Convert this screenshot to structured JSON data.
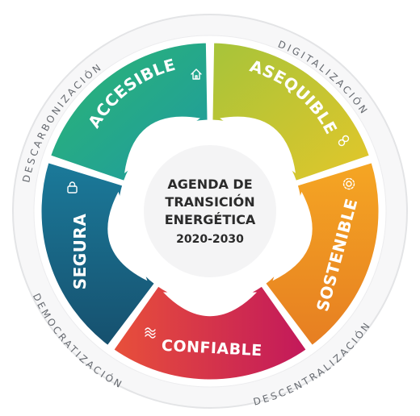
{
  "center": {
    "line1": "AGENDA DE",
    "line2": "TRANSICIÓN",
    "line3": "ENERGÉTICA",
    "line4": "2020-2030"
  },
  "segments": [
    {
      "label": "ACCESIBLE",
      "icon": "home-icon",
      "colors": [
        "#2bb673",
        "#1f9aa0"
      ]
    },
    {
      "label": "ASEQUIBLE",
      "icon": "leaf-icon",
      "colors": [
        "#a6c43a",
        "#e3c62a"
      ]
    },
    {
      "label": "SOSTENIBLE",
      "icon": "gear-icon",
      "colors": [
        "#f5a623",
        "#e67e22"
      ]
    },
    {
      "label": "CONFIABLE",
      "icon": "wave-icon",
      "colors": [
        "#e8503a",
        "#c2185b"
      ]
    },
    {
      "label": "SEGURA",
      "icon": "lock-icon",
      "colors": [
        "#1b7a9a",
        "#16506e"
      ]
    }
  ],
  "ring": {
    "descarbonizacion": "DESCARBONIZACIÓN",
    "digitalizacion": "DIGITALIZACIÓN",
    "descentralizacion": "DESCENTRALIZACIÓN",
    "democratizacion": "DEMOCRATIZACIÓN"
  }
}
